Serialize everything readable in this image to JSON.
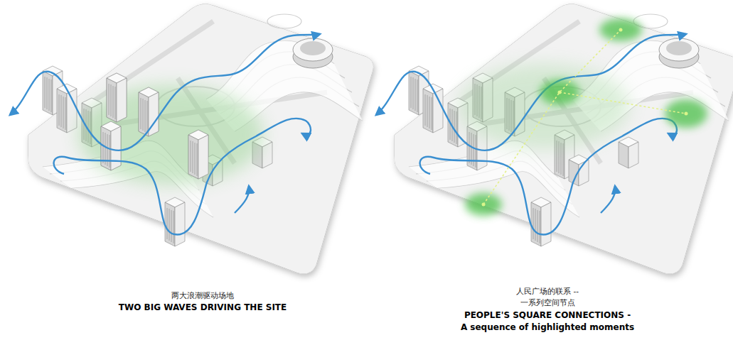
{
  "diagram": {
    "labels": [
      "两大浪潮驱动场地",
      "TWO BIG WAVES DRIVING THE SITE",
      "人民广场的联系 --",
      "一系列空间节点",
      "PEOPLE'S SQUARE CONNECTIONS -",
      "A sequence of highlighted moments"
    ]
  }
}
